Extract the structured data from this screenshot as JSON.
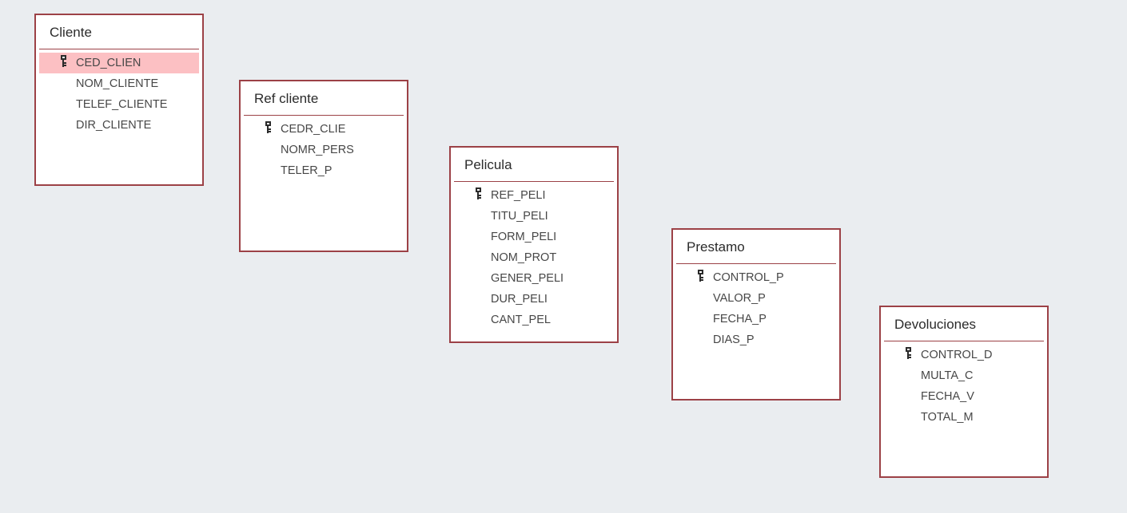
{
  "tables": [
    {
      "name": "Cliente",
      "fields": [
        {
          "label": "CED_CLIEN",
          "primary_key": true,
          "selected": true
        },
        {
          "label": "NOM_CLIENTE",
          "primary_key": false,
          "selected": false
        },
        {
          "label": "TELEF_CLIENTE",
          "primary_key": false,
          "selected": false
        },
        {
          "label": "DIR_CLIENTE",
          "primary_key": false,
          "selected": false
        }
      ]
    },
    {
      "name": "Ref cliente",
      "fields": [
        {
          "label": "CEDR_CLIE",
          "primary_key": true,
          "selected": false
        },
        {
          "label": "NOMR_PERS",
          "primary_key": false,
          "selected": false
        },
        {
          "label": "TELER_P",
          "primary_key": false,
          "selected": false
        }
      ]
    },
    {
      "name": "Pelicula",
      "fields": [
        {
          "label": "REF_PELI",
          "primary_key": true,
          "selected": false
        },
        {
          "label": "TITU_PELI",
          "primary_key": false,
          "selected": false
        },
        {
          "label": "FORM_PELI",
          "primary_key": false,
          "selected": false
        },
        {
          "label": "NOM_PROT",
          "primary_key": false,
          "selected": false
        },
        {
          "label": "GENER_PELI",
          "primary_key": false,
          "selected": false
        },
        {
          "label": "DUR_PELI",
          "primary_key": false,
          "selected": false
        },
        {
          "label": "CANT_PEL",
          "primary_key": false,
          "selected": false
        }
      ]
    },
    {
      "name": "Prestamo",
      "fields": [
        {
          "label": "CONTROL_P",
          "primary_key": true,
          "selected": false
        },
        {
          "label": "VALOR_P",
          "primary_key": false,
          "selected": false
        },
        {
          "label": "FECHA_P",
          "primary_key": false,
          "selected": false
        },
        {
          "label": "DIAS_P",
          "primary_key": false,
          "selected": false
        }
      ]
    },
    {
      "name": "Devoluciones",
      "fields": [
        {
          "label": "CONTROL_D",
          "primary_key": true,
          "selected": false
        },
        {
          "label": "MULTA_C",
          "primary_key": false,
          "selected": false
        },
        {
          "label": "FECHA_V",
          "primary_key": false,
          "selected": false
        },
        {
          "label": "TOTAL_M",
          "primary_key": false,
          "selected": false
        }
      ]
    }
  ],
  "colors": {
    "canvas_background": "#eaedf0",
    "table_border": "#9c4146",
    "selected_row": "#fcc0c3"
  },
  "icons": {
    "primary_key": "key-icon"
  }
}
